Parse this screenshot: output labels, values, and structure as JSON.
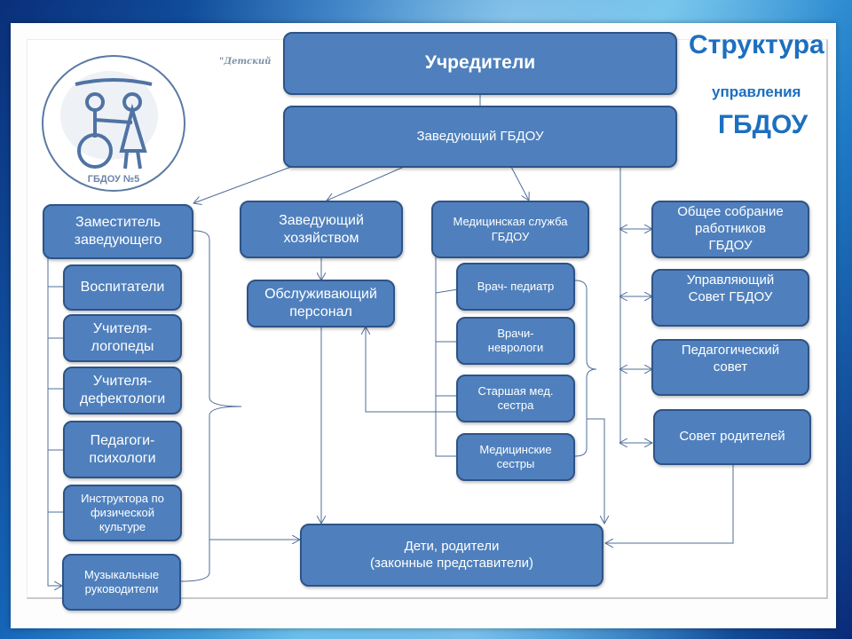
{
  "title": {
    "line1": "Структура",
    "line2": "управления",
    "line3": "ГБДОУ"
  },
  "logo": {
    "caption": "ГБДОУ №5",
    "motto": "\"Детский"
  },
  "colors": {
    "box_fill": "#4f80bd",
    "box_border": "#2e5386",
    "title": "#1d6fbf",
    "connector": "#4f6f99"
  },
  "nodes": {
    "founders": "Учредители",
    "head": "Заведующий ГБДОУ",
    "deputy": "Заместитель\nзаведующего",
    "educators": "Воспитатели",
    "speech_therapists": "Учителя-\nлогопеды",
    "defectologists": "Учителя-\nдефектологи",
    "psychologists": "Педагоги-\nпсихологи",
    "pe_instructors": "Инструктора по\nфизической\nкультуре",
    "music_directors": "Музыкальные\nруководители",
    "supply_manager": "Заведующий\nхозяйством",
    "service_staff": "Обслуживающий\nперсонал",
    "medical_service": "Медицинская служба\nГБДОУ",
    "pediatrician": "Врач- педиатр",
    "neurologists": "Врачи-\nневрологи",
    "senior_nurse": "Старшая мед.\nсестра",
    "nurses": "Медицинские\nсестры",
    "general_meeting": "Общее собрание\nработников\nГБДОУ",
    "governing_council": "Управляющий\nСовет ГБДОУ",
    "pedagogical_council": "Педагогический\nсовет",
    "parents_council": "Совет родителей",
    "children_parents": "Дети, родители\n(законные представители)"
  }
}
